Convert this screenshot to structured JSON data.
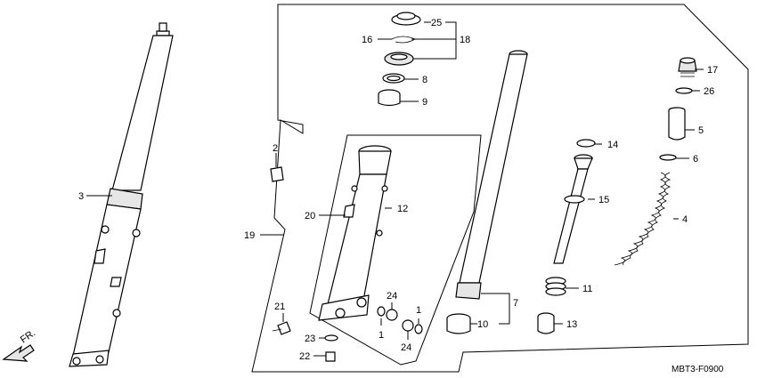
{
  "diagram": {
    "code": "MBT3-F0900",
    "front_label": "FR.",
    "callouts": {
      "n1a": "1",
      "n1b": "1",
      "n2": "2",
      "n3": "3",
      "n4": "4",
      "n5": "5",
      "n6": "6",
      "n7": "7",
      "n8": "8",
      "n9": "9",
      "n10": "10",
      "n11": "11",
      "n12": "12",
      "n13": "13",
      "n14": "14",
      "n15": "15",
      "n16": "16",
      "n17": "17",
      "n18": "18",
      "n19": "19",
      "n20": "20",
      "n21": "21",
      "n22": "22",
      "n23": "23",
      "n24a": "24",
      "n24b": "24",
      "n25": "25",
      "n26": "26"
    }
  }
}
